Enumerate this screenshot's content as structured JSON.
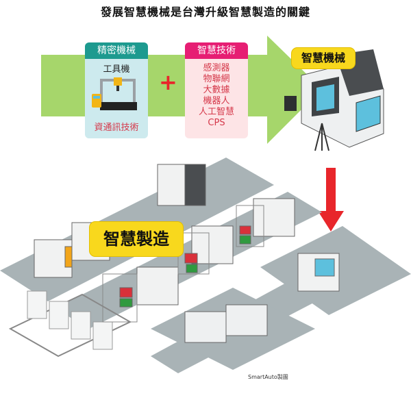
{
  "title": "發展智慧機械是台灣升級智慧製造的關鍵",
  "precision_machinery": {
    "header": "精密機械",
    "subtitle": "工具機",
    "icon": "machine-tool-icon",
    "footer": "資通訊技術"
  },
  "plus_symbol": "+",
  "smart_technology": {
    "header": "智慧技術",
    "items": [
      "感測器",
      "物聯網",
      "大數據",
      "機器人",
      "人工智慧",
      "CPS"
    ]
  },
  "smart_machinery_label": "智慧機械",
  "smart_manufacturing_label": "智慧製造",
  "credit": "SmartAuto製圖",
  "colors": {
    "arrow_green": "#a6d66b",
    "precision_header": "#1d9a8f",
    "precision_body": "#cdeaee",
    "tech_header": "#e61e73",
    "tech_body": "#fde4e6",
    "tech_text": "#d5384a",
    "plus_red": "#e8262b",
    "label_yellow": "#f8d81d",
    "down_arrow_red": "#e8262b",
    "floor_gray": "#a9b3b6"
  }
}
